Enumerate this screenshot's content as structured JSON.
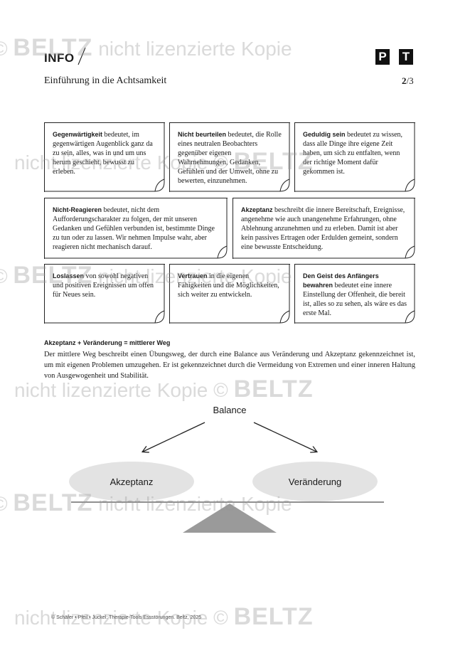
{
  "header": {
    "info": "INFO",
    "subtitle": "Einführung in die Achtsamkeit",
    "page_current": "2",
    "page_total": "/3",
    "logo_p": "P",
    "logo_t": "T"
  },
  "cards": [
    {
      "term": "Gegenwärtigkeit",
      "text": " bedeutet, im gegenwärtigen Augenblick ganz da zu sein, alles, was in und um uns herum geschieht, bewusst zu erleben."
    },
    {
      "term": "Nicht beurteilen",
      "text": " bedeutet, die Rolle eines neutralen Beobachters gegenüber eigenen Wahrnehmungen, Gedanken, Gefühlen und der Umwelt, ohne zu bewerten, einzunehmen."
    },
    {
      "term": "Geduldig sein",
      "text": " bedeutet zu wissen, dass alle Dinge ihre eigene Zeit haben, um sich zu entfalten, wenn der richtige Moment dafür gekommen ist."
    },
    {
      "term": "Nicht-Reagieren",
      "text": " bedeutet, nicht dem Aufforderungscharakter zu folgen, der mit unseren Gedanken und Gefühlen verbunden ist, bestimmte Dinge zu tun oder zu lassen. Wir nehmen Impulse wahr, aber reagieren nicht mechanisch darauf."
    },
    {
      "term": "Akzeptanz",
      "text": " beschreibt die innere Bereitschaft, Ereignisse, angenehme wie auch unangenehme Erfahrungen, ohne Ablehnung anzunehmen und zu erleben. Damit ist aber kein passives Ertragen oder Erdulden gemeint, sondern eine bewusste Entscheidung."
    },
    {
      "term": "Loslassen",
      "text": " von sowohl negativen und positiven Ereignissen um offen für Neues sein."
    },
    {
      "term": "Vertrauen",
      "text": " in die eigenen Fähigkeiten und die Möglichkeiten, sich weiter zu entwickeln."
    },
    {
      "term": "Den Geist des Anfängers bewahren",
      "text": " bedeutet eine innere Einstellung der Offenheit, die bereit ist, alles so zu sehen, als wäre es das erste Mal."
    }
  ],
  "section": {
    "heading": "Akzeptanz + Veränderung = mittlerer Weg",
    "body": "Der mittlere Weg beschreibt einen Übungsweg, der durch eine Balance aus Veränderung und Akzeptanz gekennzeichnet ist, um mit eigenen Problemen umzugehen. Er ist gekennzeichnet durch die Vermeidung von Extremen und einer inneren Haltung von Ausgewogenheit und Stabilität."
  },
  "diagram": {
    "top_label": "Balance",
    "left_label": "Akzeptanz",
    "right_label": "Veränderung",
    "ellipse_color": "#e3e3e3",
    "fulcrum_color": "#9a9a9a"
  },
  "footer": "© Schäfer • Pfeil • Juckel: Therapie-Tools Essstörungen. Beltz, 2025",
  "watermark": {
    "copyright": "©",
    "brand": "BELTZ",
    "text": "nicht lizenzierte Kopie"
  }
}
